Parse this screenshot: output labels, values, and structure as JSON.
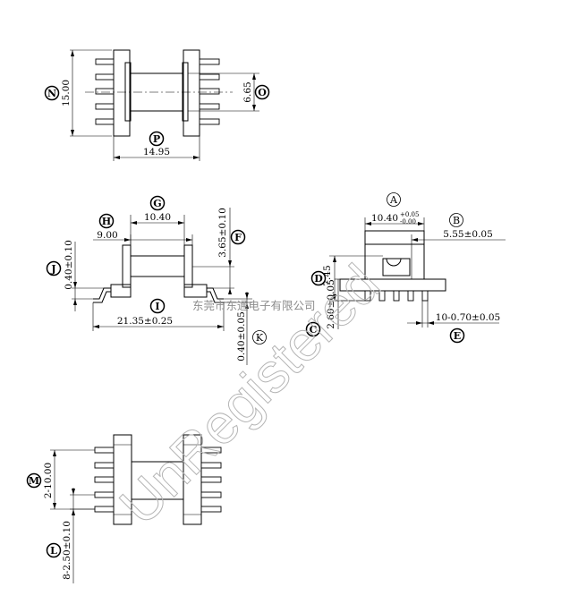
{
  "drawing": {
    "balloons": {
      "A": "A",
      "B": "B",
      "C": "C",
      "D": "D",
      "E": "E",
      "F": "F",
      "G": "G",
      "H": "H",
      "I": "I",
      "J": "J",
      "K": "K",
      "L": "L",
      "M": "M",
      "N": "N",
      "O": "O",
      "P": "P"
    },
    "top_view": {
      "N": "15.00",
      "O": "6.65",
      "P": "14.95"
    },
    "front_view": {
      "G": "10.40",
      "H": "9.00",
      "F": "3.65±0.10",
      "J": "0.40±0.10",
      "I": "21.35±0.25",
      "K": "0.40±0.05"
    },
    "side_view": {
      "A_main": "10.40",
      "A_tol_upper": "+0.05",
      "A_tol_lower": "-0.00",
      "B": "5.55±0.05",
      "D": "7.45",
      "C": "2.60±0.05",
      "E": "10-0.70±0.05"
    },
    "bottom_view": {
      "M": "2-10.00",
      "L": "8-2.50±0.10"
    },
    "company_text": "东莞市东通电子有限公司",
    "watermark": "UnRegistered"
  }
}
